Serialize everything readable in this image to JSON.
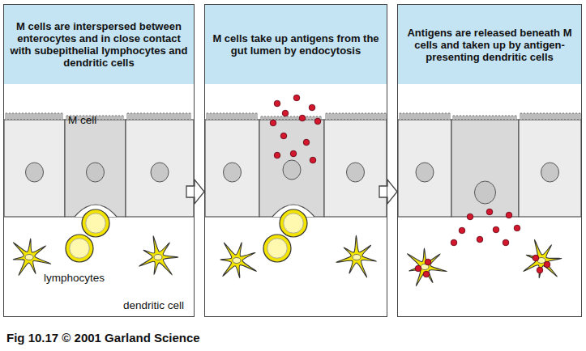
{
  "diagram": {
    "caption": "Fig 10.17 © 2001 Garland Science",
    "nodes": [
      {
        "text": [
          "M cells are interspersed between enterocytes and in close contact with subepithelial lymphocytes and dendritic cells"
        ]
      },
      {
        "text": [
          "M cells take up antigens from the gut lumen by endocytosis"
        ]
      },
      {
        "text": [
          "Antigens are released beneath M cells and taken up by antigen-presenting dendritic cells"
        ]
      }
    ],
    "edges": [
      {
        "from": 0,
        "to": 1,
        "arrow": "to"
      },
      {
        "from": 1,
        "to": 2,
        "arrow": "to"
      }
    ],
    "labels": [
      "M cell",
      "lymphocytes",
      "dendritic cell"
    ]
  }
}
